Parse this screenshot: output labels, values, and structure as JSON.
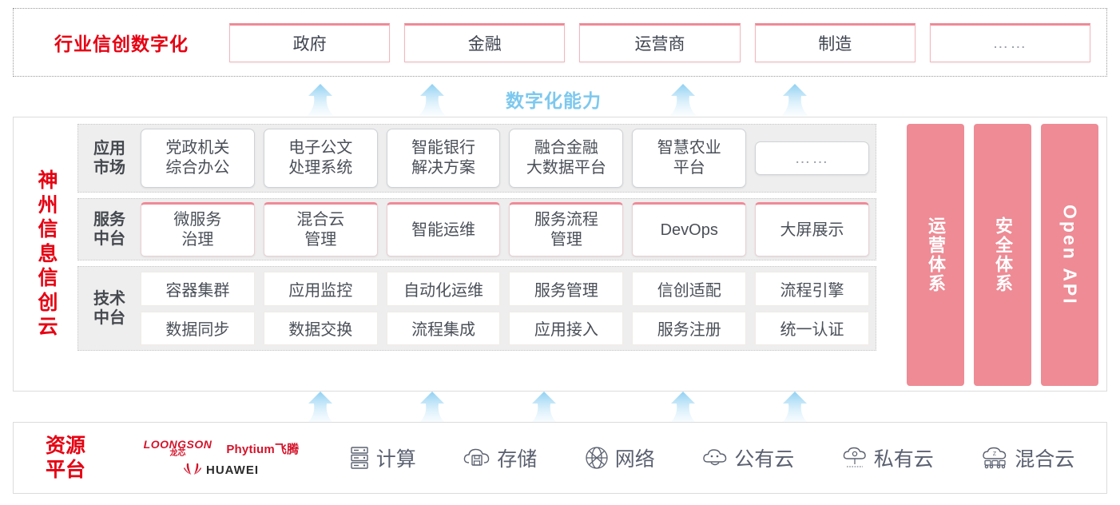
{
  "industry": {
    "title": "行业信创数字化",
    "boxes": [
      {
        "label": "政府"
      },
      {
        "label": "金融"
      },
      {
        "label": "运营商"
      },
      {
        "label": "制造"
      },
      {
        "label": "……"
      }
    ]
  },
  "capability_label": "数字化能力",
  "cloud": {
    "title_chars": [
      "神",
      "州",
      "信",
      "息",
      "信",
      "创",
      "云"
    ],
    "layers": [
      {
        "name": "application-market",
        "label_lines": [
          "应用",
          "市场"
        ],
        "items": [
          {
            "lines": [
              "党政机关",
              "综合办公"
            ]
          },
          {
            "lines": [
              "电子公文",
              "处理系统"
            ]
          },
          {
            "lines": [
              "智能银行",
              "解决方案"
            ]
          },
          {
            "lines": [
              "融合金融",
              "大数据平台"
            ]
          },
          {
            "lines": [
              "智慧农业",
              "平台"
            ]
          },
          {
            "lines": [
              "……"
            ],
            "short": true
          }
        ]
      },
      {
        "name": "service-platform",
        "label_lines": [
          "服务",
          "中台"
        ],
        "items": [
          {
            "lines": [
              "微服务",
              "治理"
            ]
          },
          {
            "lines": [
              "混合云",
              "管理"
            ]
          },
          {
            "lines": [
              "智能运维"
            ]
          },
          {
            "lines": [
              "服务流程",
              "管理"
            ]
          },
          {
            "lines": [
              "DevOps"
            ]
          },
          {
            "lines": [
              "大屏展示"
            ]
          }
        ]
      },
      {
        "name": "technical-platform",
        "label_lines": [
          "技术",
          "中台"
        ],
        "rows": [
          [
            "容器集群",
            "应用监控",
            "自动化运维",
            "服务管理",
            "信创适配",
            "流程引擎"
          ],
          [
            "数据同步",
            "数据交换",
            "流程集成",
            "应用接入",
            "服务注册",
            "统一认证"
          ]
        ]
      }
    ],
    "pillars": [
      {
        "text": "运营体系",
        "mode": "vertical-cn"
      },
      {
        "text": "安全体系",
        "mode": "vertical-cn"
      },
      {
        "text": "Open API",
        "mode": "vertical-en"
      }
    ]
  },
  "resource": {
    "title_lines": [
      "资源",
      "平台"
    ],
    "logos": [
      {
        "name": "loongson",
        "en": "LOONGSON",
        "cn": "龙芯"
      },
      {
        "name": "phytium",
        "text": "Phytium飞腾"
      },
      {
        "name": "huawei",
        "text": "HUAWEI"
      }
    ],
    "items": [
      {
        "icon": "server-rack-icon",
        "label": "计算"
      },
      {
        "icon": "cloud-storage-icon",
        "label": "存储"
      },
      {
        "icon": "network-mesh-icon",
        "label": "网络"
      },
      {
        "icon": "public-cloud-icon",
        "label": "公有云"
      },
      {
        "icon": "private-cloud-icon",
        "label": "私有云"
      },
      {
        "icon": "hybrid-cloud-icon",
        "label": "混合云"
      }
    ]
  },
  "colors": {
    "brand_red": "#e60012",
    "pink": "#ee8b95",
    "arrow_blue": "#7dc8ee",
    "panel_gray": "#eeeeee"
  }
}
